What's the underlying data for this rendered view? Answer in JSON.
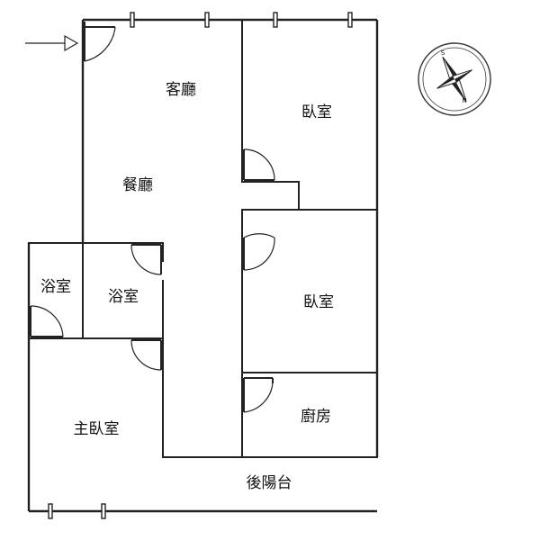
{
  "rooms": {
    "living_room": "客廳",
    "dining_room": "餐廳",
    "bedroom_upper": "臥室",
    "bedroom_lower": "臥室",
    "bathroom_left": "浴室",
    "bathroom_right": "浴室",
    "master_bedroom": "主臥室",
    "kitchen": "廚房",
    "rear_balcony": "後陽台"
  },
  "compass": {
    "south_letter": "S",
    "north_letter": "N"
  },
  "entrance": {
    "icon": "entry-arrow-icon"
  }
}
